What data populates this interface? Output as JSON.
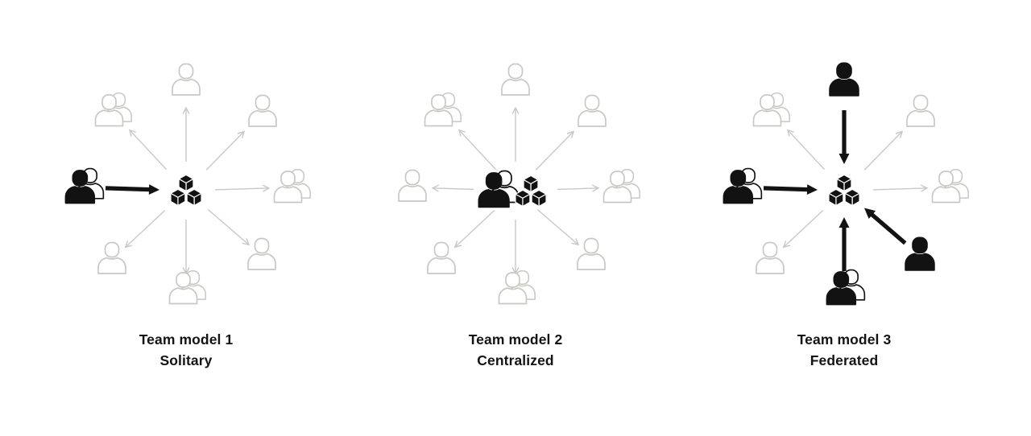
{
  "colors": {
    "background": "#ffffff",
    "inactive": "#c8c8c5",
    "active": "#121212",
    "label_text": "#141414"
  },
  "panels": [
    {
      "id": "team-model-1",
      "label": {
        "line1": "Team model 1",
        "line2": "Solitary"
      },
      "center": {
        "icons": [
          "cubes"
        ]
      },
      "nodes": [
        {
          "position": "left",
          "icon": "people",
          "state": "active",
          "arrow": {
            "style": "bold",
            "direction": "in"
          }
        },
        {
          "position": "top-left",
          "icon": "people",
          "state": "inactive",
          "arrow": {
            "style": "thin",
            "direction": "out"
          }
        },
        {
          "position": "top",
          "icon": "person",
          "state": "inactive",
          "arrow": {
            "style": "thin",
            "direction": "out"
          }
        },
        {
          "position": "top-right",
          "icon": "person",
          "state": "inactive",
          "arrow": {
            "style": "thin",
            "direction": "out"
          }
        },
        {
          "position": "right",
          "icon": "people",
          "state": "inactive",
          "arrow": {
            "style": "thin",
            "direction": "out"
          }
        },
        {
          "position": "bottom-right",
          "icon": "person",
          "state": "inactive",
          "arrow": {
            "style": "thin",
            "direction": "out"
          }
        },
        {
          "position": "bottom",
          "icon": "people",
          "state": "inactive",
          "arrow": {
            "style": "thin",
            "direction": "out"
          }
        },
        {
          "position": "bottom-left",
          "icon": "person",
          "state": "inactive",
          "arrow": {
            "style": "thin",
            "direction": "out"
          }
        }
      ]
    },
    {
      "id": "team-model-2",
      "label": {
        "line1": "Team model 2",
        "line2": "Centralized"
      },
      "center": {
        "icons": [
          "people-active",
          "cubes"
        ]
      },
      "nodes": [
        {
          "position": "left",
          "icon": "person",
          "state": "inactive",
          "arrow": {
            "style": "thin",
            "direction": "out"
          }
        },
        {
          "position": "top-left",
          "icon": "people",
          "state": "inactive",
          "arrow": {
            "style": "thin",
            "direction": "out"
          }
        },
        {
          "position": "top",
          "icon": "person",
          "state": "inactive",
          "arrow": {
            "style": "thin",
            "direction": "out"
          }
        },
        {
          "position": "top-right",
          "icon": "person",
          "state": "inactive",
          "arrow": {
            "style": "thin",
            "direction": "out"
          }
        },
        {
          "position": "right",
          "icon": "people",
          "state": "inactive",
          "arrow": {
            "style": "thin",
            "direction": "out"
          }
        },
        {
          "position": "bottom-right",
          "icon": "person",
          "state": "inactive",
          "arrow": {
            "style": "thin",
            "direction": "out"
          }
        },
        {
          "position": "bottom",
          "icon": "people",
          "state": "inactive",
          "arrow": {
            "style": "thin",
            "direction": "out"
          }
        },
        {
          "position": "bottom-left",
          "icon": "person",
          "state": "inactive",
          "arrow": {
            "style": "thin",
            "direction": "out"
          }
        }
      ]
    },
    {
      "id": "team-model-3",
      "label": {
        "line1": "Team model 3",
        "line2": "Federated"
      },
      "center": {
        "icons": [
          "cubes"
        ]
      },
      "nodes": [
        {
          "position": "left",
          "icon": "people",
          "state": "active",
          "arrow": {
            "style": "bold",
            "direction": "in"
          }
        },
        {
          "position": "top-left",
          "icon": "people",
          "state": "inactive",
          "arrow": {
            "style": "thin",
            "direction": "out"
          }
        },
        {
          "position": "top",
          "icon": "person",
          "state": "active",
          "arrow": {
            "style": "bold",
            "direction": "in"
          }
        },
        {
          "position": "top-right",
          "icon": "person",
          "state": "inactive",
          "arrow": {
            "style": "thin",
            "direction": "out"
          }
        },
        {
          "position": "right",
          "icon": "people",
          "state": "inactive",
          "arrow": {
            "style": "thin",
            "direction": "out"
          }
        },
        {
          "position": "bottom-right",
          "icon": "person",
          "state": "active",
          "arrow": {
            "style": "bold",
            "direction": "in"
          }
        },
        {
          "position": "bottom",
          "icon": "people",
          "state": "active",
          "arrow": {
            "style": "bold",
            "direction": "in"
          }
        },
        {
          "position": "bottom-left",
          "icon": "person",
          "state": "inactive",
          "arrow": {
            "style": "thin",
            "direction": "out"
          }
        }
      ]
    }
  ]
}
